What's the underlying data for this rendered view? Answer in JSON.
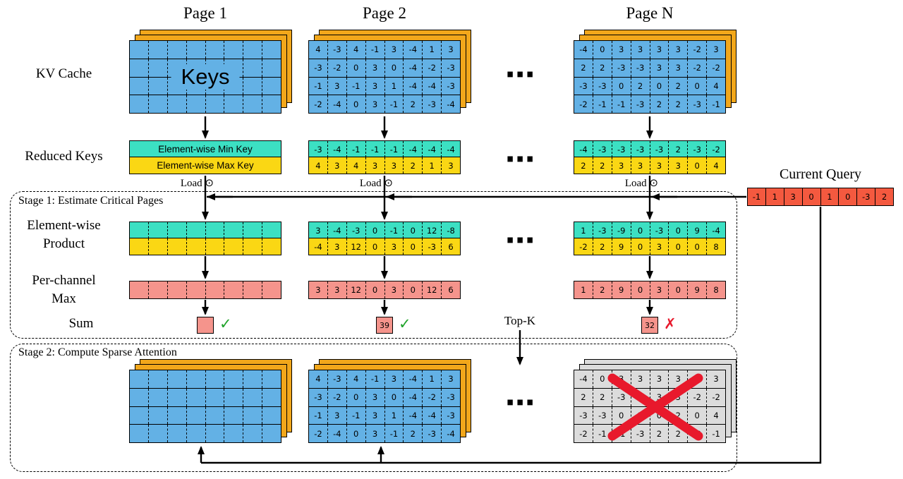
{
  "headers": {
    "page1": "Page 1",
    "page2": "Page 2",
    "pageN": "Page N"
  },
  "dots": "⋯",
  "row_labels": {
    "kv_cache": "KV Cache",
    "reduced_keys": "Reduced Keys",
    "product_l1": "Element-wise",
    "product_l2": "Product",
    "max_l1": "Per-channel",
    "max_l2": "Max",
    "sum": "Sum"
  },
  "stage1_title": "Stage 1: Estimate Critical Pages",
  "stage2_title": "Stage 2: Compute Sparse Attention",
  "load_label": "Load ⊙",
  "topk_label": "Top-K",
  "current_query": {
    "label": "Current Query",
    "values": [
      -1,
      1,
      3,
      0,
      1,
      0,
      -3,
      2
    ]
  },
  "kv_cache": {
    "keys_label": "Keys",
    "page2": [
      [
        4,
        -3,
        4,
        -1,
        3,
        -4,
        1,
        3
      ],
      [
        -3,
        -2,
        0,
        3,
        0,
        -4,
        -2,
        -3
      ],
      [
        -1,
        3,
        -1,
        3,
        1,
        -4,
        -4,
        -3
      ],
      [
        -2,
        -4,
        0,
        3,
        -1,
        2,
        -3,
        -4
      ]
    ],
    "pageN": [
      [
        -4,
        0,
        3,
        3,
        3,
        3,
        -2,
        3
      ],
      [
        2,
        2,
        -3,
        -3,
        3,
        3,
        -2,
        -2
      ],
      [
        -3,
        -3,
        0,
        2,
        0,
        2,
        0,
        4
      ],
      [
        -2,
        -1,
        -1,
        -3,
        2,
        2,
        -3,
        -1
      ]
    ]
  },
  "reduced_keys": {
    "min_key_label": "Element-wise Min Key",
    "max_key_label": "Element-wise Max Key",
    "page2_min": [
      -3,
      -4,
      -1,
      -1,
      -1,
      -4,
      -4,
      -4
    ],
    "page2_max": [
      4,
      3,
      4,
      3,
      3,
      2,
      1,
      3
    ],
    "pageN_min": [
      -4,
      -3,
      -3,
      -3,
      -3,
      2,
      -3,
      -2
    ],
    "pageN_max": [
      2,
      2,
      3,
      3,
      3,
      3,
      0,
      4
    ]
  },
  "elementwise_product": {
    "page2_min": [
      3,
      -4,
      -3,
      0,
      -1,
      0,
      12,
      -8
    ],
    "page2_max": [
      -4,
      3,
      12,
      0,
      3,
      0,
      -3,
      6
    ],
    "pageN_min": [
      1,
      -3,
      -9,
      0,
      -3,
      0,
      9,
      -4
    ],
    "pageN_max": [
      -2,
      2,
      9,
      0,
      3,
      0,
      0,
      8
    ]
  },
  "per_channel_max": {
    "page2": [
      3,
      3,
      12,
      0,
      3,
      0,
      12,
      6
    ],
    "pageN": [
      1,
      2,
      9,
      0,
      3,
      0,
      9,
      8
    ]
  },
  "sum": {
    "page2": "39",
    "pageN": "32",
    "check_mark": "✓",
    "cross_mark": "✗"
  },
  "stage2": {
    "page2": [
      [
        4,
        -3,
        4,
        -1,
        3,
        -4,
        1,
        3
      ],
      [
        -3,
        -2,
        0,
        3,
        0,
        -4,
        -2,
        -3
      ],
      [
        -1,
        3,
        -1,
        3,
        1,
        -4,
        -4,
        -3
      ],
      [
        -2,
        -4,
        0,
        3,
        -1,
        2,
        -3,
        -4
      ]
    ],
    "pageN": [
      [
        -4,
        0,
        3,
        3,
        3,
        3,
        -2,
        3
      ],
      [
        2,
        2,
        -3,
        -3,
        3,
        3,
        -2,
        -2
      ],
      [
        -3,
        -3,
        0,
        2,
        0,
        2,
        0,
        4
      ],
      [
        -2,
        -1,
        -1,
        -3,
        2,
        2,
        -3,
        -1
      ]
    ]
  },
  "colors": {
    "matrix_blue": "#63B1E5",
    "sheet_orange": "#F2A71B",
    "min_teal": "#3CE0C3",
    "max_yellow": "#FAD714",
    "salmon_pink": "#F5948C",
    "query_red": "#F4593F",
    "excluded_gray": "#DCDCDC",
    "check_green": "#1FA32A",
    "cross_red": "#E8192C"
  }
}
